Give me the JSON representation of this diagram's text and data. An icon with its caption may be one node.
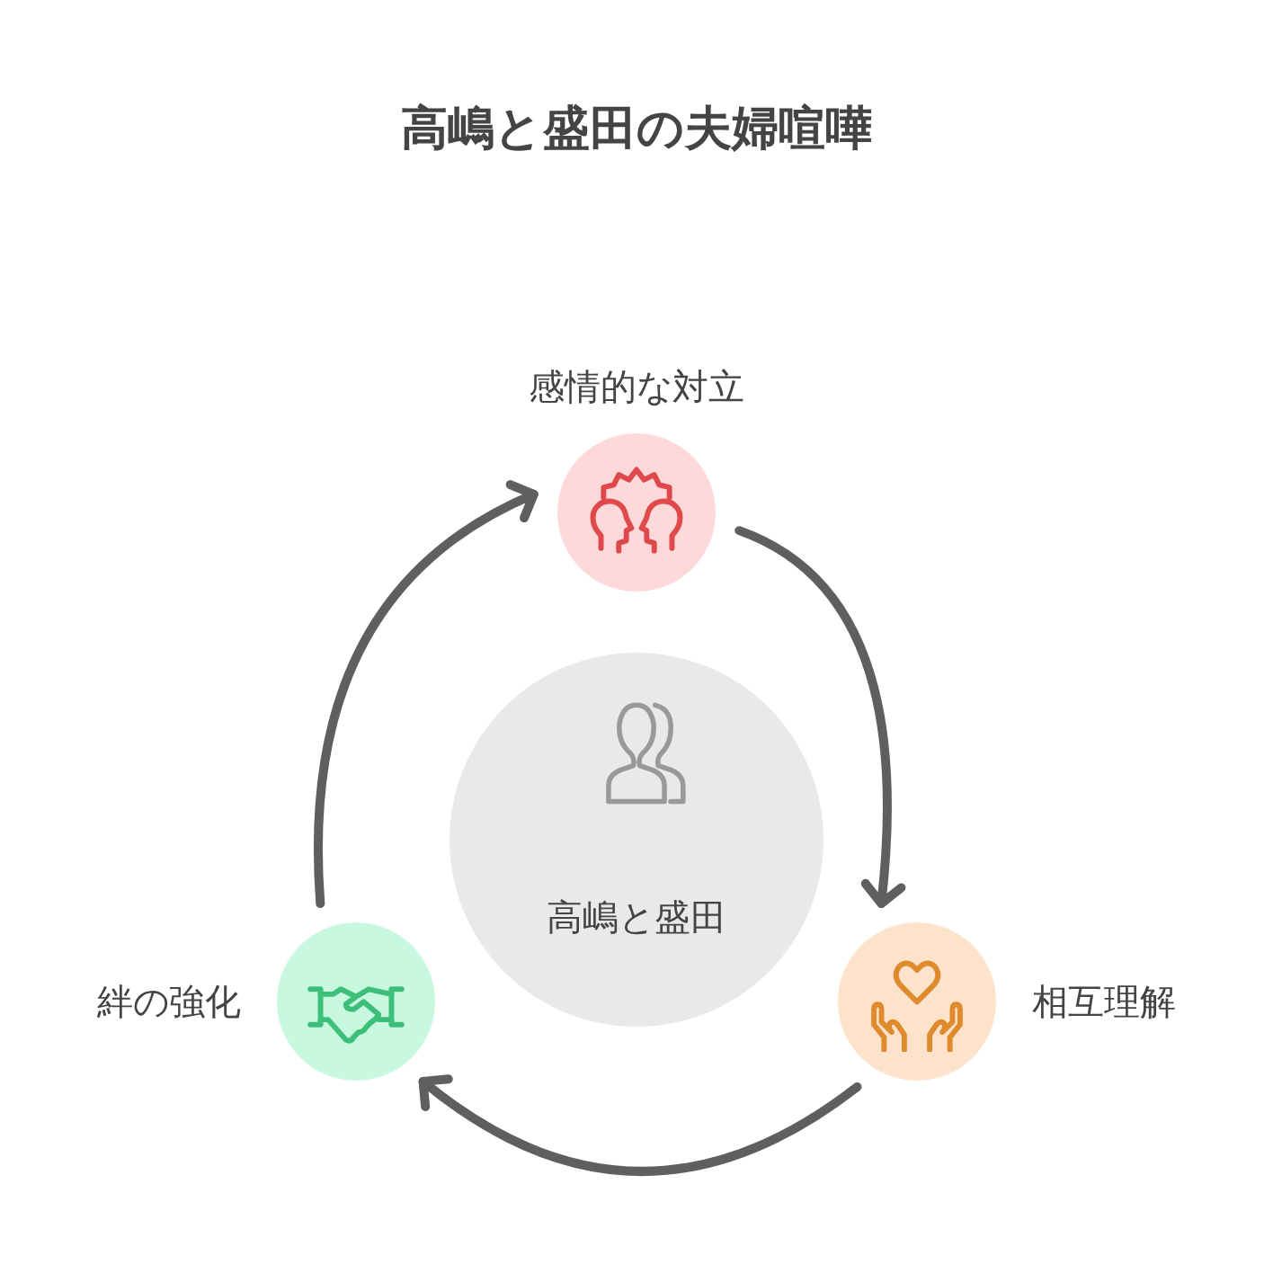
{
  "diagram": {
    "title": "高嶋と盛田の夫婦喧嘩",
    "nodes": [
      {
        "text": [
          "高嶋と盛田"
        ]
      },
      {
        "text": [
          "感情的な対立"
        ]
      },
      {
        "text": [
          "相互理解"
        ]
      },
      {
        "text": [
          "絆の強化"
        ]
      }
    ],
    "edges": [
      {
        "from": 1,
        "to": 2,
        "arrow": "to"
      },
      {
        "from": 2,
        "to": 3,
        "arrow": "to"
      },
      {
        "from": 3,
        "to": 1,
        "arrow": "to"
      }
    ]
  }
}
